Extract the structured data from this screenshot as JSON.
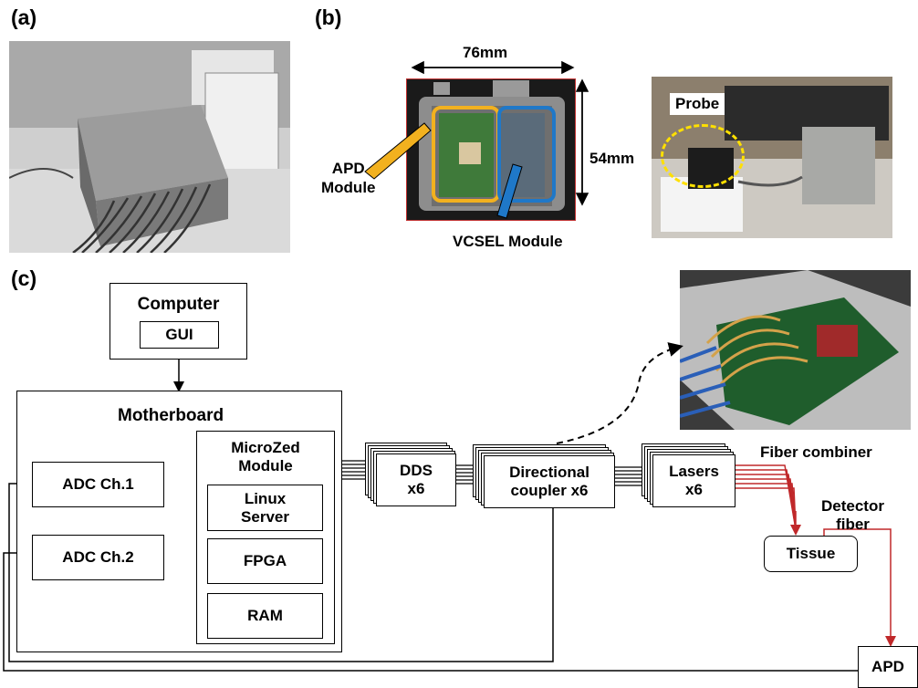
{
  "panels": {
    "a": "(a)",
    "b": "(b)",
    "c": "(c)"
  },
  "photo_b": {
    "width_dim": "76mm",
    "height_dim": "54mm",
    "apd_module": "APD\nModule",
    "vcsel_module": "VCSEL Module",
    "probe": "Probe"
  },
  "diagram": {
    "computer": "Computer",
    "gui": "GUI",
    "motherboard": "Motherboard",
    "microzed": "MicroZed\nModule",
    "linux": "Linux\nServer",
    "fpga": "FPGA",
    "ram": "RAM",
    "adc1": "ADC Ch.1",
    "adc2": "ADC Ch.2",
    "dds": "DDS\nx6",
    "coupler": "Directional\ncoupler x6",
    "lasers": "Lasers\nx6",
    "fiber_combiner": "Fiber combiner",
    "detector_fiber": "Detector\nfiber",
    "tissue": "Tissue",
    "apd": "APD"
  },
  "colors": {
    "fiber": "#c0282a",
    "apd_highlight": "#f2b11f",
    "vcsel_highlight": "#1f78c8",
    "probe_circle": "#ffe000"
  }
}
